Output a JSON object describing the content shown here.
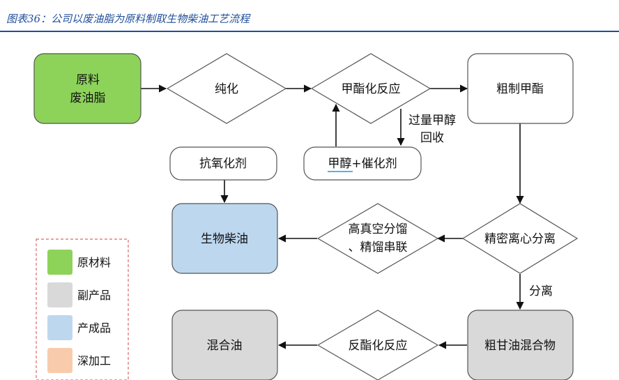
{
  "caption": "图表36：公司以废油脂为原料制取生物柴油工艺流程",
  "colors": {
    "raw_material": "#8dd35a",
    "by_product": "#d9d9d9",
    "product": "#bdd7ee",
    "deep_processing": "#f8cbad",
    "caption_blue": "#1f4e9a",
    "legend_border": "#e06666",
    "underline": "#2a93d5"
  },
  "nodes": {
    "raw": [
      "原料",
      "废油脂"
    ],
    "purify": [
      "纯化"
    ],
    "esterify": [
      "甲酯化反应"
    ],
    "crude_ester": [
      "粗制甲酯"
    ],
    "excess_methanol": [
      "过量甲醇",
      "回收"
    ],
    "methanol_catalyst": [
      "甲醇+催化剂"
    ],
    "antioxidant": [
      "抗氧化剂"
    ],
    "biodiesel": [
      "生物柴油"
    ],
    "distill": [
      "高真空分馏",
      "、精馏串联"
    ],
    "precision_sep": [
      "精密离心分离"
    ],
    "separate": [
      "分离"
    ],
    "crude_glycerol": [
      "粗甘油混合物"
    ],
    "transesterify": [
      "反酯化反应"
    ],
    "mixed_oil": [
      "混合油"
    ]
  },
  "legend": [
    {
      "label": "原材料",
      "color": "#8dd35a"
    },
    {
      "label": "副产品",
      "color": "#d9d9d9"
    },
    {
      "label": "产成品",
      "color": "#bdd7ee"
    },
    {
      "label": "深加工",
      "color": "#f8cbad"
    }
  ]
}
